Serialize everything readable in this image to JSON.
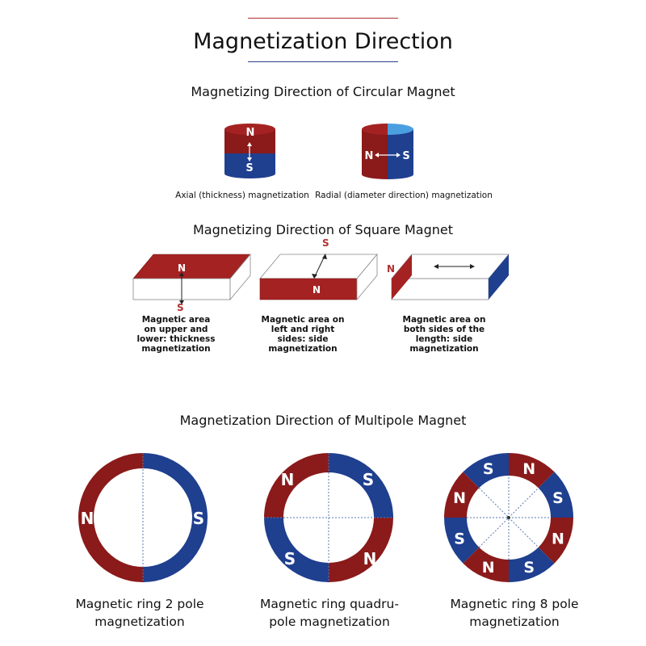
{
  "header": {
    "title": "Magnetization Direction"
  },
  "circular": {
    "heading": "Magnetizing Direction of Circular Magnet",
    "axial": {
      "caption": "Axial (thickness) magnetization",
      "n": "N",
      "s": "S"
    },
    "radial": {
      "caption": "Radial (diameter direction) magnetization",
      "n": "N",
      "s": "S"
    }
  },
  "square": {
    "heading": "Magnetizing Direction of Square Magnet",
    "thickness": {
      "caption": "Magnetic area on upper and lower: thickness magnetization",
      "n": "N",
      "s": "S"
    },
    "side": {
      "caption": "Magnetic area on left and right sides: side magnetization",
      "n": "N",
      "s": "S"
    },
    "length": {
      "caption": "Magnetic area on both sides of the length: side magnetization",
      "n": "N"
    }
  },
  "multipole": {
    "heading": "Magnetization Direction of Multipole Magnet",
    "ring2": {
      "caption_line1": "Magnetic ring 2 pole",
      "caption_line2": "magnetization",
      "poles": [
        "N",
        "S"
      ]
    },
    "ring4": {
      "caption_line1": "Magnetic ring quadru-",
      "caption_line2": "pole magnetization",
      "poles": [
        "N",
        "S",
        "N",
        "S"
      ]
    },
    "ring8": {
      "caption_line1": "Magnetic ring 8 pole",
      "caption_line2": "magnetization",
      "poles": [
        "N",
        "S",
        "N",
        "S",
        "N",
        "S",
        "N",
        "S"
      ]
    }
  },
  "colors": {
    "red": "#8b1a1a",
    "blue": "#1f3f8f",
    "light_blue": "#4a9fe0",
    "rule_red": "#b03030",
    "rule_blue": "#2b3f8f"
  }
}
